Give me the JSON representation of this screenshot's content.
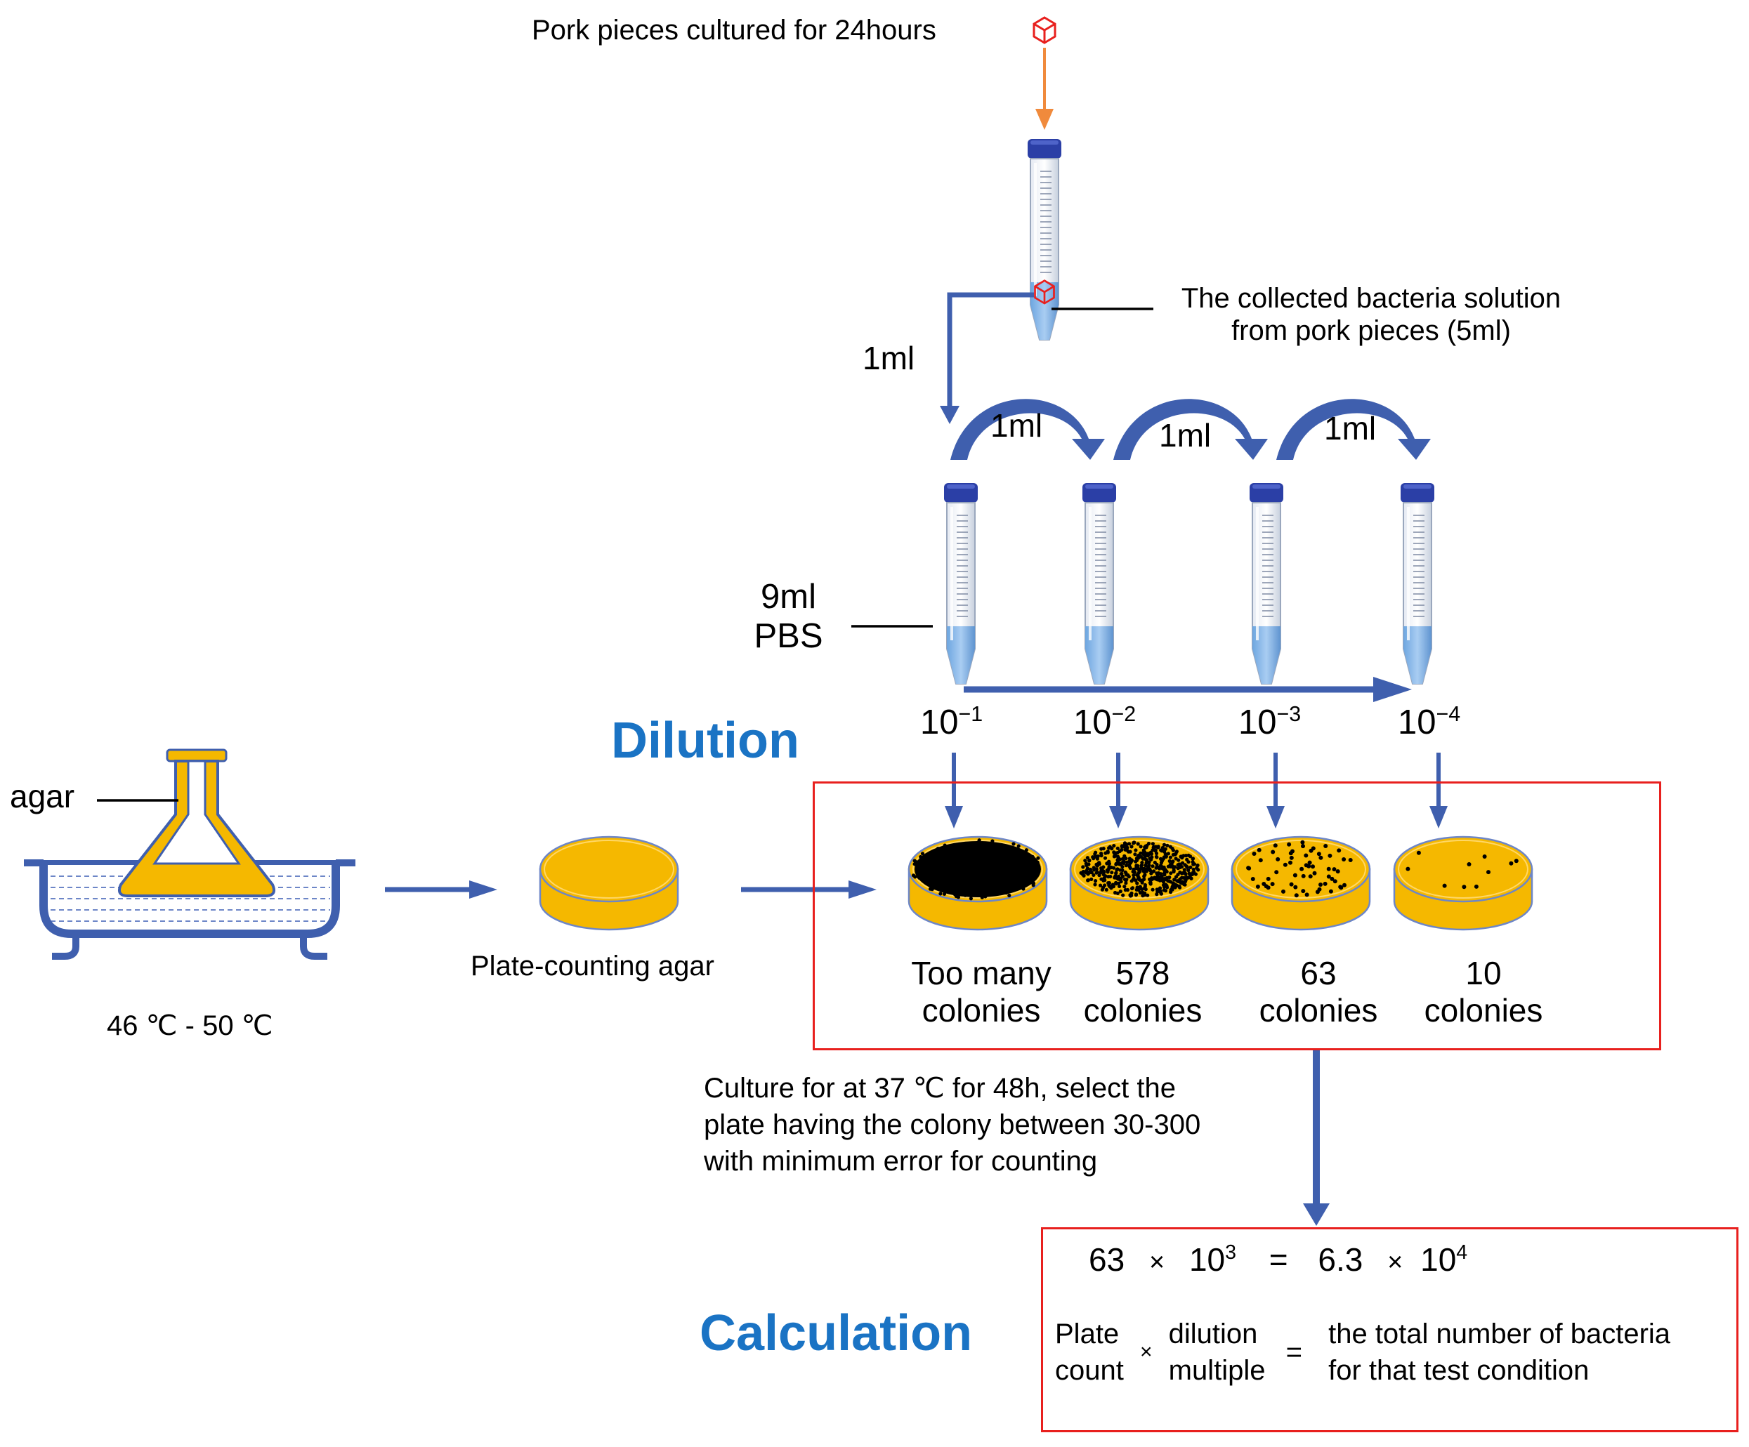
{
  "colors": {
    "arrow_blue": "#3f5fae",
    "agar_yellow": "#f5b800",
    "heading_blue": "#1a73c4",
    "source_arrow": "#f08a3c",
    "box_red": "#e8201e",
    "tube_cap": "#2b3fa6",
    "pbs_blue": "#7fb3e8",
    "colony_black": "#000000"
  },
  "icons": [
    "pork-cube-icon",
    "centrifuge-tube-icon",
    "water-bath-icon",
    "erlenmeyer-flask-icon",
    "petri-dish-icon"
  ],
  "source": {
    "label": "Pork pieces cultured for 24hours"
  },
  "collected": {
    "label_line1": "The collected bacteria solution",
    "label_line2": "from pork pieces (5ml)"
  },
  "transfer": {
    "first": "1ml",
    "steps": [
      "1ml",
      "1ml",
      "1ml"
    ]
  },
  "pbs": {
    "line1": "9ml",
    "line2": "PBS"
  },
  "dilution": {
    "heading": "Dilution",
    "base": "10",
    "exponents": [
      "−1",
      "−2",
      "−3",
      "−4"
    ]
  },
  "bath": {
    "agar_label": "agar",
    "temperature": "46 ℃ - 50 ℃"
  },
  "plate": {
    "label": "Plate-counting agar"
  },
  "plates": [
    {
      "count": "Too many",
      "unit": "colonies"
    },
    {
      "count": "578",
      "unit": "colonies"
    },
    {
      "count": "63",
      "unit": "colonies"
    },
    {
      "count": "10",
      "unit": "colonies"
    }
  ],
  "culture_note": {
    "line1": "Culture for  at 37 ℃ for 48h, select the",
    "line2": "plate having the colony between 30-300",
    "line3": "with minimum error for counting"
  },
  "calculation": {
    "heading": "Calculation",
    "count": "63",
    "times": "×",
    "base": "10",
    "exp1": "3",
    "equals": "=",
    "result": "6.3",
    "exp2": "4",
    "formula": {
      "term1_line1": "Plate",
      "term1_line2": "count",
      "term2_line1": "dilution",
      "term2_line2": "multiple",
      "result_line1": "the total number of bacteria",
      "result_line2": "for that test condition"
    }
  }
}
